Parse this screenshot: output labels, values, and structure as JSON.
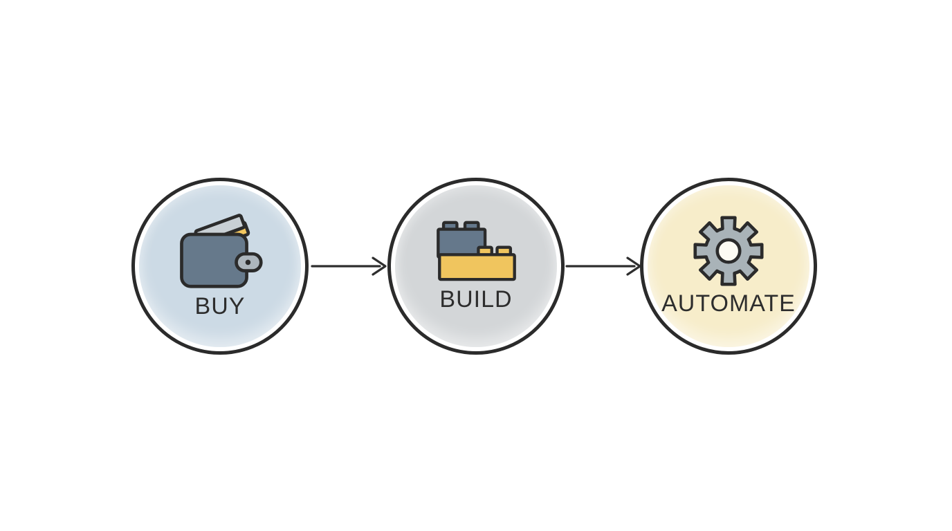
{
  "colors": {
    "background": "#ffffff",
    "outline": "#2b2b2b",
    "arrow": "#2e2e2e",
    "label_text": "#2d2d2d",
    "wallet_body": "#66798b",
    "card_gray": "#c9d0d5",
    "card_yellow": "#f3c75f",
    "strap": "#adb6bd",
    "brick_blue": "#65788b",
    "brick_yellow": "#f0c55e",
    "gear_fill": "#a9b3b8",
    "gear_hole": "#fcfbf3"
  },
  "steps": [
    {
      "label": "BUY",
      "icon": "wallet-icon",
      "fill": "#ccdae5"
    },
    {
      "label": "BUILD",
      "icon": "lego-bricks-icon",
      "fill": "#d3d6d8"
    },
    {
      "label": "AUTOMATE",
      "icon": "gear-icon",
      "fill": "#f7edca"
    }
  ],
  "connectors": [
    {
      "from": "BUY",
      "to": "BUILD",
      "type": "arrow-right"
    },
    {
      "from": "BUILD",
      "to": "AUTOMATE",
      "type": "arrow-right"
    }
  ]
}
